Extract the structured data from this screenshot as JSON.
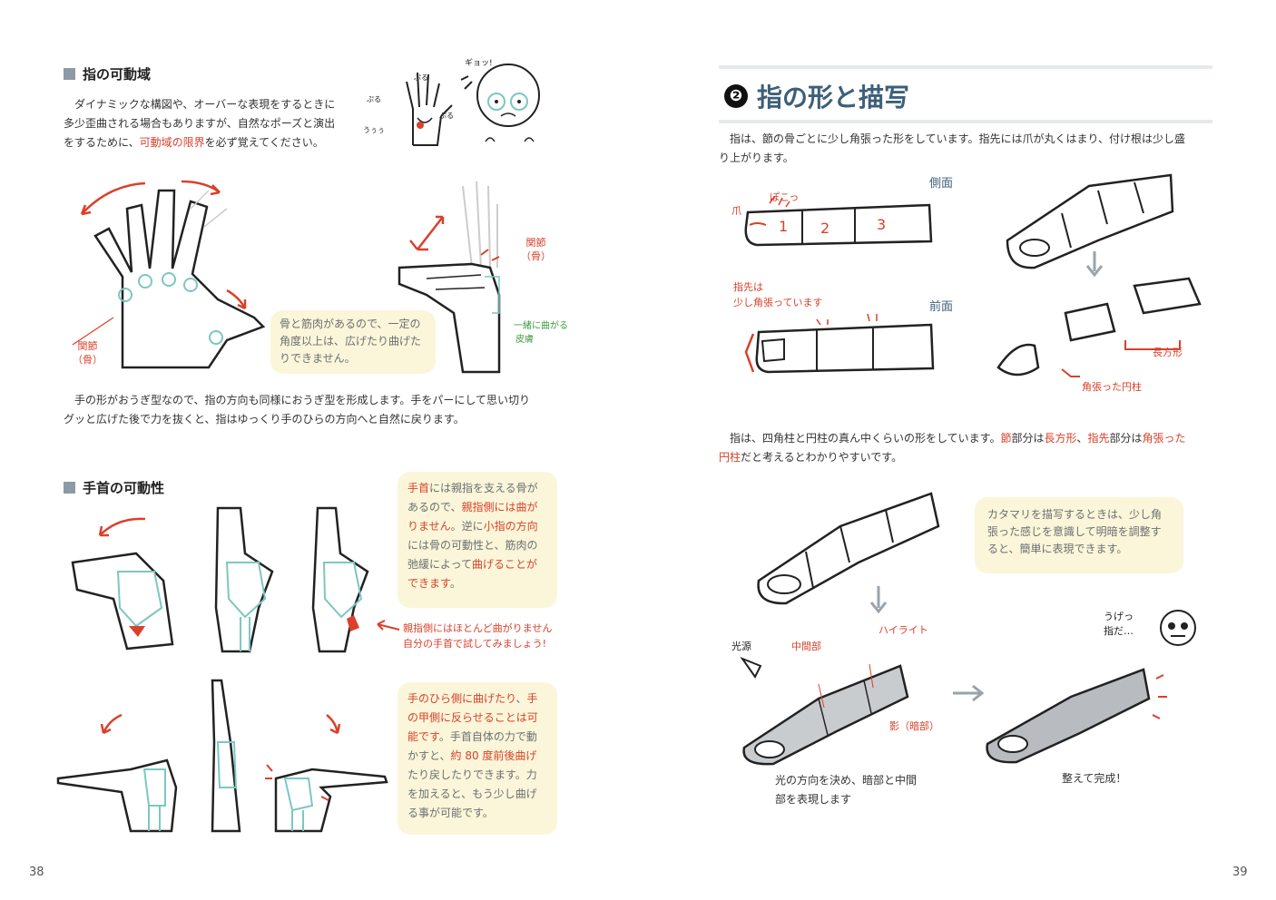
{
  "left": {
    "section1": {
      "title": "指の可動域",
      "para1_line1": "ダイナミックな構図や、オーバーな表現をするときに",
      "para1_line2": "多少歪曲される場合もありますが、自然なポーズと演出",
      "para1_line3a": "をするために、",
      "para1_line3b": "可動域の限界",
      "para1_line3c": "を必ず覚えてください。",
      "face_labels": {
        "a": "ギョッ!",
        "b": "ぷる",
        "c": "ぷる",
        "d": "うぅぅ",
        "e": "ぷる"
      },
      "label_joint_left_1": "関節",
      "label_joint_left_2": "（骨）",
      "label_joint_right_1": "関節",
      "label_joint_right_2": "（骨）",
      "label_skin_1": "一緒に曲がる",
      "label_skin_2": "皮膚",
      "bubble": [
        "骨と筋肉があるので、一定の",
        "角度以上は、広げたり曲げた",
        "りできません。"
      ],
      "para2_line1": "手の形がおうぎ型なので、指の方向も同様におうぎ型を形成します。手をパーにして思い切り",
      "para2_line2": "グッと広げた後で力を抜くと、指はゆっくり手のひらの方向へと自然に戻ります。"
    },
    "section2": {
      "title": "手首の可動性",
      "bubble1": [
        {
          "parts": [
            {
              "t": "手首",
              "red": true
            },
            {
              "t": "には親指を支える骨が",
              "red": false
            }
          ]
        },
        {
          "parts": [
            {
              "t": "あるので、",
              "red": false
            },
            {
              "t": "親指側には曲が",
              "red": true
            }
          ]
        },
        {
          "parts": [
            {
              "t": "りません",
              "red": true
            },
            {
              "t": "。逆に",
              "red": false
            },
            {
              "t": "小指の方向",
              "red": true
            }
          ]
        },
        {
          "parts": [
            {
              "t": "には骨の可動性と、筋肉の",
              "red": false
            }
          ]
        },
        {
          "parts": [
            {
              "t": "弛緩によって",
              "red": false
            },
            {
              "t": "曲げることが",
              "red": true
            }
          ]
        },
        {
          "parts": [
            {
              "t": "できます",
              "red": true
            },
            {
              "t": "。",
              "red": false
            }
          ]
        }
      ],
      "note_line1": "親指側にはほとんど曲がりません",
      "note_line2": "自分の手首で試してみましょう!",
      "bubble2": [
        {
          "parts": [
            {
              "t": "手のひら側に曲げたり",
              "red": true
            },
            {
              "t": "、",
              "red": false
            },
            {
              "t": "手",
              "red": true
            }
          ]
        },
        {
          "parts": [
            {
              "t": "の甲側に反らせることは可",
              "red": true
            }
          ]
        },
        {
          "parts": [
            {
              "t": "能です",
              "red": true
            },
            {
              "t": "。手首自体の力で動",
              "red": false
            }
          ]
        },
        {
          "parts": [
            {
              "t": "かすと、",
              "red": false
            },
            {
              "t": "約 80 度前後曲げ",
              "red": true
            }
          ]
        },
        {
          "parts": [
            {
              "t": "たり戻したりできます。力",
              "red": false
            }
          ]
        },
        {
          "parts": [
            {
              "t": "を加えると、もう少し曲げ",
              "red": false
            }
          ]
        },
        {
          "parts": [
            {
              "t": "る事が可能です。",
              "red": false
            }
          ]
        }
      ]
    },
    "page_number": "38"
  },
  "right": {
    "section_number": "❷",
    "title": "指の形と描写",
    "para1_line1": "指は、節の骨ごとに少し角張った形をしています。指先には爪が丸くはまり、付け根は少し盛",
    "para1_line2": "り上がります。",
    "labels": {
      "side": "側面",
      "front": "前面",
      "nail": "爪",
      "bump": "ぽこっ",
      "seg1": "1",
      "seg2": "2",
      "seg3": "3",
      "tip_1": "指先は",
      "tip_2": "少し角張っています",
      "rect": "長方形",
      "cylinder": "角張った円柱"
    },
    "para2": [
      {
        "t": "指は、四角柱と円柱の真ん中くらいの形をしています。",
        "red": false
      },
      {
        "t": "節",
        "red": true
      },
      {
        "t": "部分は",
        "red": false
      },
      {
        "t": "長方形",
        "red": true
      },
      {
        "t": "、",
        "red": false
      },
      {
        "t": "指先",
        "red": true
      },
      {
        "t": "部分は",
        "red": false
      },
      {
        "t": "角張った",
        "red": true
      }
    ],
    "para2_line2": [
      {
        "t": "円柱",
        "red": true
      },
      {
        "t": "だと考えるとわかりやすいです。",
        "red": false
      }
    ],
    "bubble": [
      "カタマリを描写するときは、少し角",
      "張った感じを意識して明暗を調整す",
      "ると、簡単に表現できます。"
    ],
    "labels2": {
      "light": "光源",
      "middle": "中間部",
      "highlight": "ハイライト",
      "shadow": "影（暗部）",
      "ugetsu_1": "うげっ",
      "ugetsu_2": "指だ…"
    },
    "caption_left_1": "光の方向を決め、暗部と中間",
    "caption_left_2": "部を表現します",
    "caption_right": "整えて完成！",
    "page_number": "39"
  },
  "colors": {
    "accent_red": "#d9412b",
    "title_blue": "#3d5f79",
    "bubble_bg": "#fbf6d9",
    "teal": "#7cc7c0",
    "green": "#3f9b3f"
  }
}
